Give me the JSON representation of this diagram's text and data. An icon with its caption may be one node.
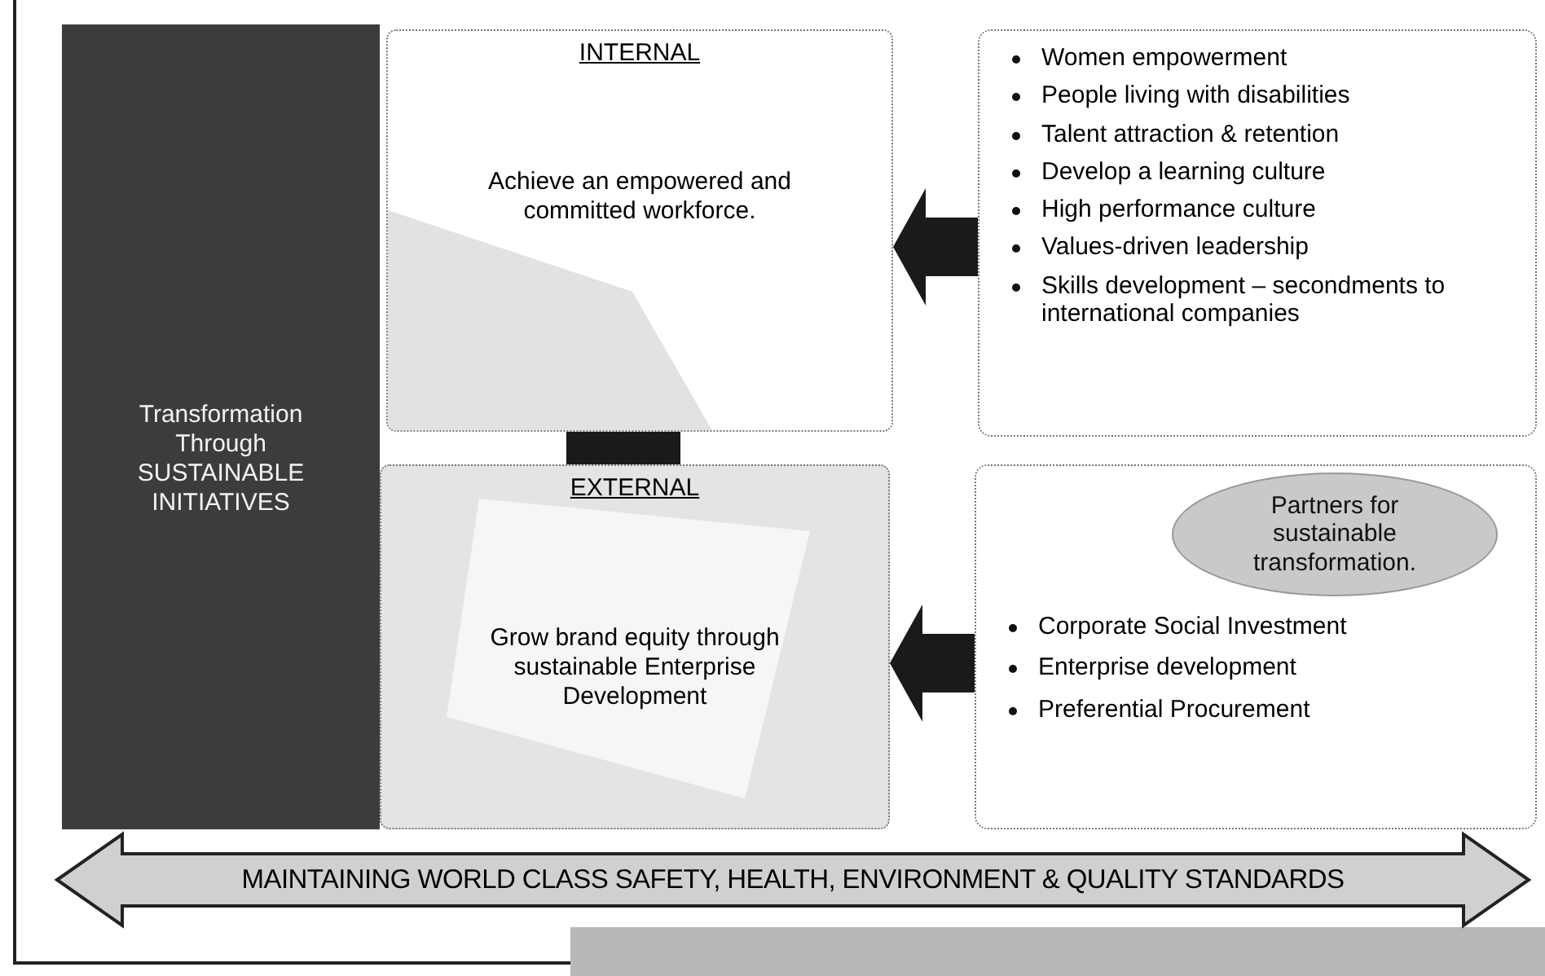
{
  "diagram": {
    "nodes": [
      {
        "text": [
          "Transformation Through SUSTAINABLE INITIATIVES"
        ]
      },
      {
        "text": [
          "INTERNAL",
          "Achieve an empowered and committed workforce."
        ]
      },
      {
        "text": [
          "EXTERNAL",
          "Grow brand equity through sustainable Enterprise Development"
        ]
      },
      {
        "text": [
          "Women empowerment",
          "People living with disabilities",
          "Talent attraction & retention",
          "Develop a learning culture",
          "High performance culture",
          "Values-driven leadership",
          "Skills development – secondments to international companies"
        ]
      },
      {
        "text": [
          "Corporate Social Investment",
          "Enterprise development",
          "Preferential Procurement"
        ]
      },
      {
        "text": [
          "Partners for sustainable transformation."
        ],
        "in": 4
      },
      {
        "text": [
          "MAINTAINING WORLD CLASS SAFETY, HEALTH, ENVIRONMENT & QUALITY STANDARDS"
        ]
      }
    ],
    "edges": [
      {
        "from": 3,
        "to": 1,
        "arrow": "to"
      },
      {
        "from": 4,
        "to": 2,
        "arrow": "to"
      },
      {
        "from": 1,
        "to": 2,
        "arrow": "none",
        "style": "thick"
      }
    ]
  }
}
